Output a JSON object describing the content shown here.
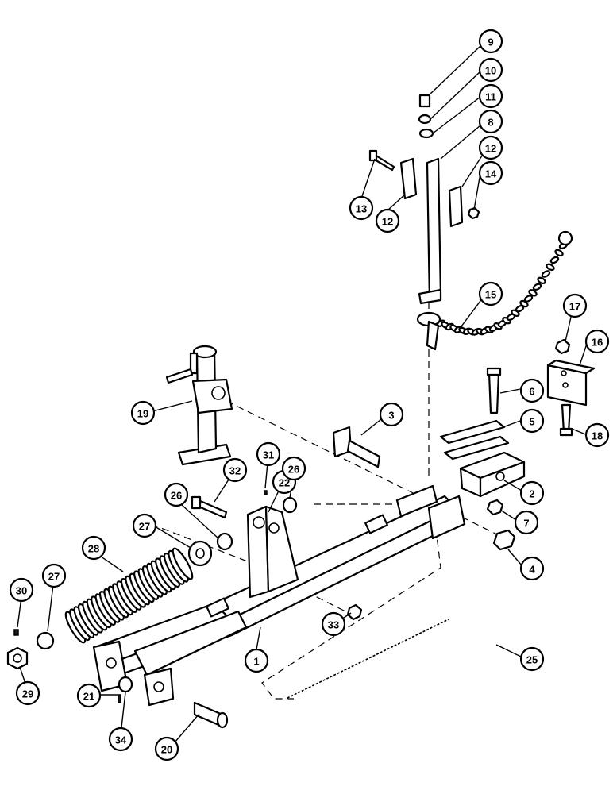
{
  "callouts": [
    {
      "label": "1"
    },
    {
      "label": "2"
    },
    {
      "label": "3"
    },
    {
      "label": "4"
    },
    {
      "label": "5"
    },
    {
      "label": "6"
    },
    {
      "label": "7"
    },
    {
      "label": "8"
    },
    {
      "label": "9"
    },
    {
      "label": "10"
    },
    {
      "label": "11"
    },
    {
      "label": "12"
    },
    {
      "label": "12"
    },
    {
      "label": "13"
    },
    {
      "label": "14"
    },
    {
      "label": "15"
    },
    {
      "label": "16"
    },
    {
      "label": "17"
    },
    {
      "label": "18"
    },
    {
      "label": "19"
    },
    {
      "label": "20"
    },
    {
      "label": "21"
    },
    {
      "label": "22"
    },
    {
      "label": "25"
    },
    {
      "label": "26"
    },
    {
      "label": "26"
    },
    {
      "label": "27"
    },
    {
      "label": "27"
    },
    {
      "label": "28"
    },
    {
      "label": "29"
    },
    {
      "label": "30"
    },
    {
      "label": "31"
    },
    {
      "label": "32"
    },
    {
      "label": "33"
    },
    {
      "label": "34"
    }
  ]
}
